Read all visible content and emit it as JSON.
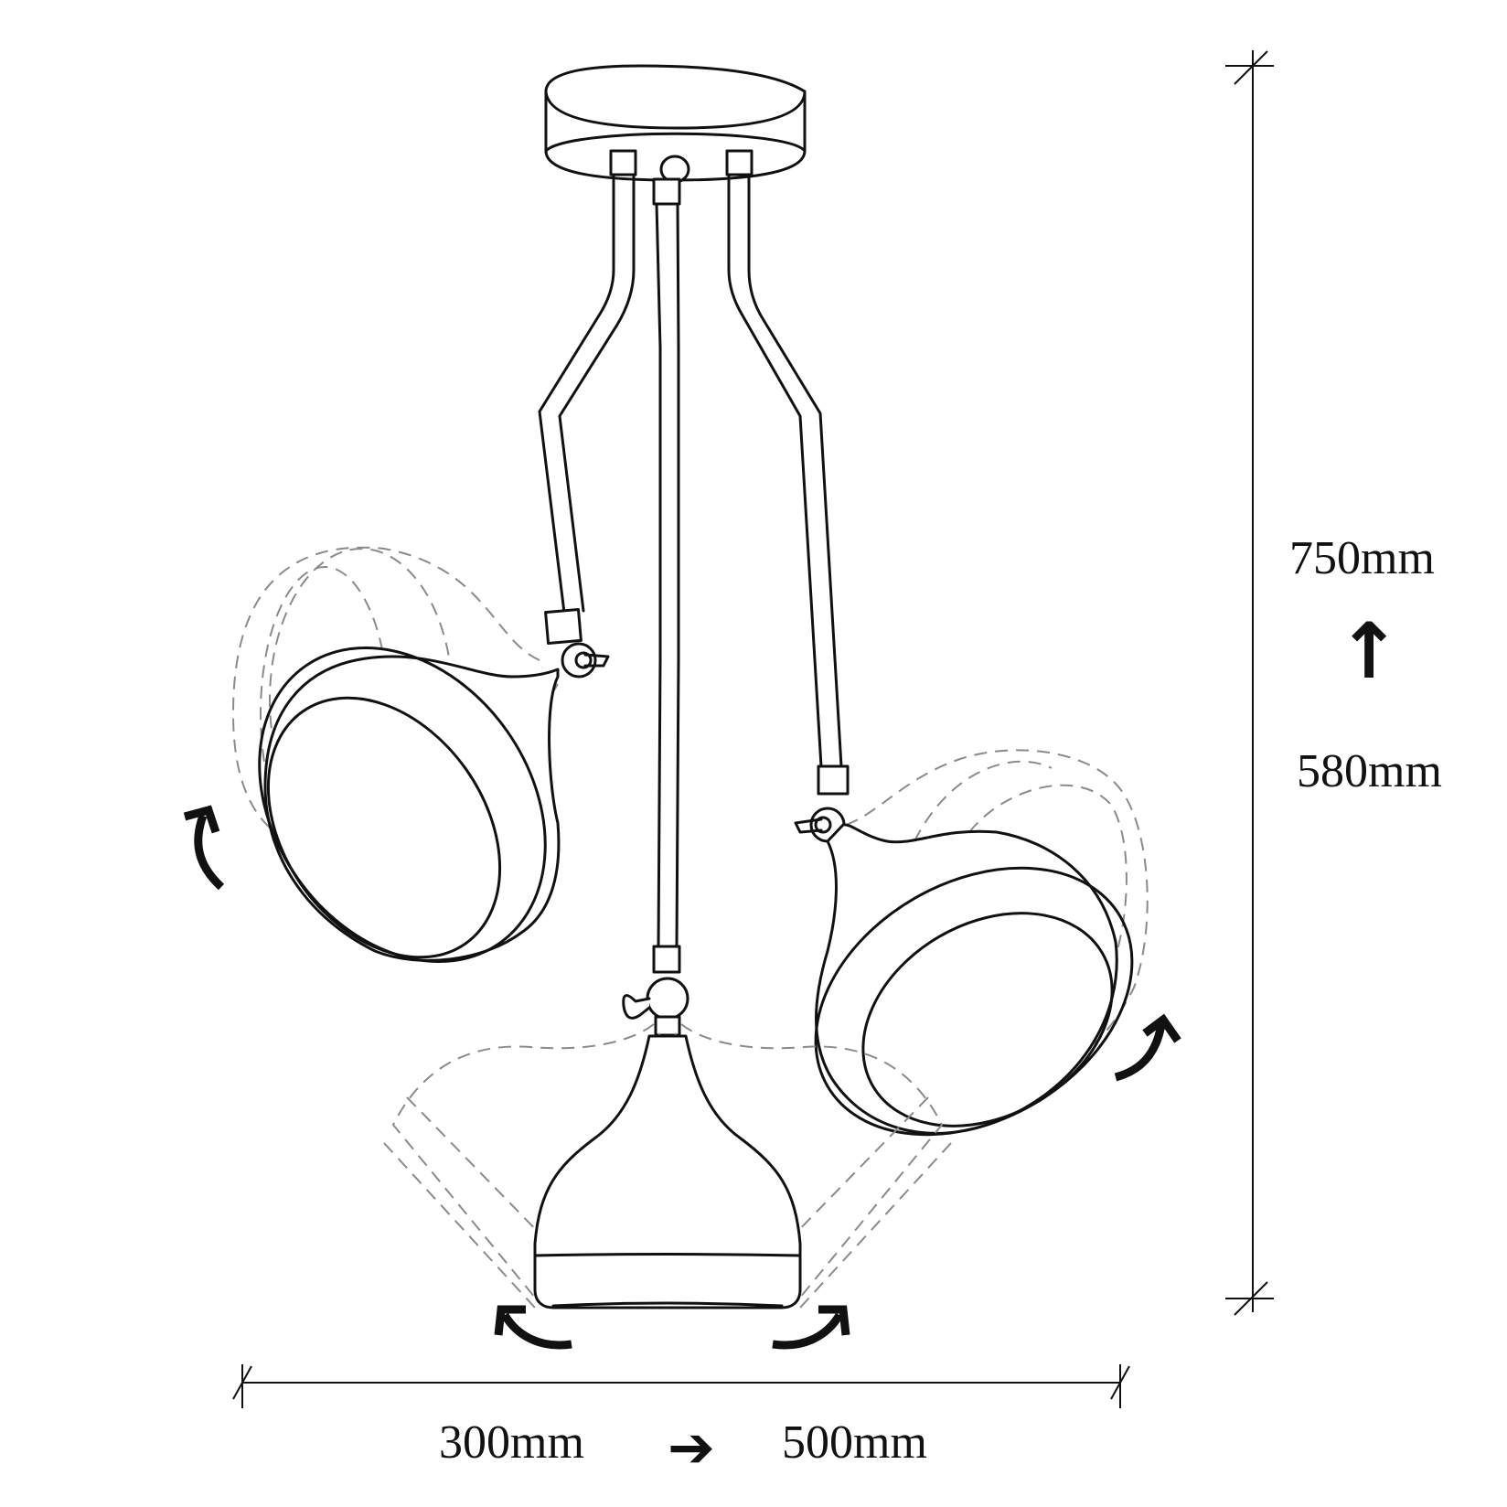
{
  "diagram": {
    "subject": "Three-arm adjustable pendant lamp with ceiling canopy",
    "style": "technical line drawing",
    "colors": {
      "line": "#111111",
      "phantom_outline": "#8a8a8a",
      "background": "#ffffff"
    },
    "components": {
      "canopy": "ceiling-canopy",
      "arms": [
        "left-arm",
        "center-arm",
        "right-arm"
      ],
      "shades": [
        "left-shade",
        "center-shade",
        "right-shade"
      ],
      "joints": [
        "left-joint-knob",
        "center-joint-knob",
        "right-joint-knob"
      ],
      "rotation_arrows": [
        "left-shade-rotation",
        "right-shade-rotation",
        "center-shade-rotation-left",
        "center-shade-rotation-right"
      ]
    }
  },
  "dimensions": {
    "height": {
      "max_label": "750mm",
      "min_label": "580mm",
      "arrow_glyph": "↑",
      "arrow_icon": "arrow-up-icon"
    },
    "width": {
      "min_label": "300mm",
      "max_label": "500mm",
      "arrow_glyph": "➔",
      "arrow_icon": "arrow-right-icon"
    }
  }
}
